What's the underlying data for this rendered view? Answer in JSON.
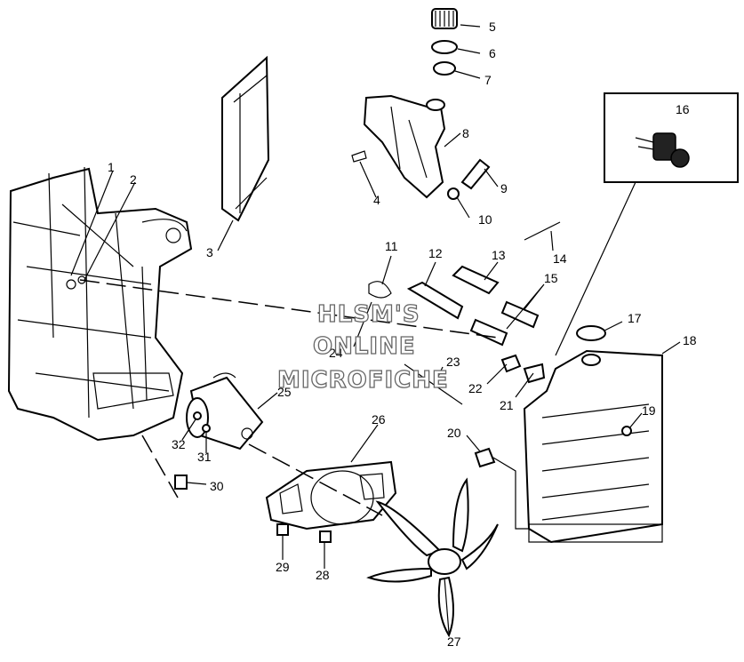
{
  "watermark": {
    "line1": "HLSM'S",
    "line2": "ONLINE",
    "line3": "MICROFICHE"
  },
  "callouts": [
    {
      "id": "c1",
      "label": "1"
    },
    {
      "id": "c2",
      "label": "2"
    },
    {
      "id": "c3",
      "label": "3"
    },
    {
      "id": "c4",
      "label": "4"
    },
    {
      "id": "c5",
      "label": "5"
    },
    {
      "id": "c6",
      "label": "6"
    },
    {
      "id": "c7",
      "label": "7"
    },
    {
      "id": "c8",
      "label": "8"
    },
    {
      "id": "c9",
      "label": "9"
    },
    {
      "id": "c10",
      "label": "10"
    },
    {
      "id": "c11",
      "label": "11"
    },
    {
      "id": "c12",
      "label": "12"
    },
    {
      "id": "c13",
      "label": "13"
    },
    {
      "id": "c14",
      "label": "14"
    },
    {
      "id": "c15",
      "label": "15"
    },
    {
      "id": "c16",
      "label": "16"
    },
    {
      "id": "c17",
      "label": "17"
    },
    {
      "id": "c18",
      "label": "18"
    },
    {
      "id": "c19",
      "label": "19"
    },
    {
      "id": "c20",
      "label": "20"
    },
    {
      "id": "c21",
      "label": "21"
    },
    {
      "id": "c22",
      "label": "22"
    },
    {
      "id": "c23",
      "label": "23"
    },
    {
      "id": "c24",
      "label": "24"
    },
    {
      "id": "c25",
      "label": "25"
    },
    {
      "id": "c26",
      "label": "26"
    },
    {
      "id": "c27",
      "label": "27"
    },
    {
      "id": "c28",
      "label": "28"
    },
    {
      "id": "c29",
      "label": "29"
    },
    {
      "id": "c30",
      "label": "30"
    },
    {
      "id": "c31",
      "label": "31"
    },
    {
      "id": "c32",
      "label": "32"
    }
  ]
}
